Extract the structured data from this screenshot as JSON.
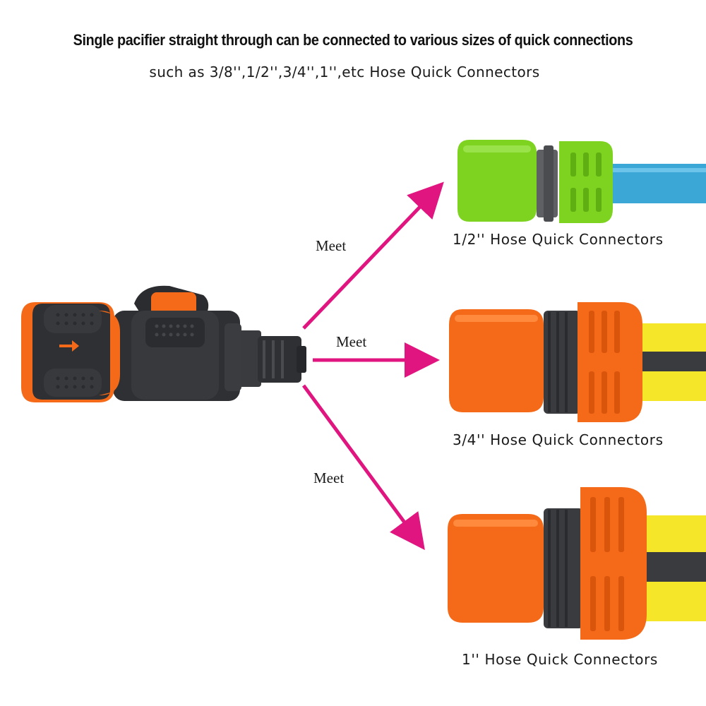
{
  "header": {
    "title": "Single pacifier straight through can be connected to various sizes of quick connections",
    "subtitle": "such as 3/8'',1/2'',3/4'',1'',etc Hose Quick Connectors"
  },
  "arrows": {
    "color": "#e0157f",
    "labels": [
      "Meet",
      "Meet",
      "Meet"
    ]
  },
  "connectors": [
    {
      "caption": "1/2'' Hose Quick Connectors",
      "color": "#7ed321",
      "hose_color": "#3aa7d6"
    },
    {
      "caption": "3/4'' Hose Quick Connectors",
      "color": "#f56a18",
      "hose_color": "#f5e62a"
    },
    {
      "caption": "1'' Hose Quick Connectors",
      "color": "#f56a18",
      "hose_color": "#f5e62a"
    }
  ],
  "colors": {
    "orange": "#f56a18",
    "green": "#7ed321",
    "dark_grey": "#2f3033",
    "blue_hose": "#3aa7d6",
    "yellow_hose": "#f5e62a"
  }
}
